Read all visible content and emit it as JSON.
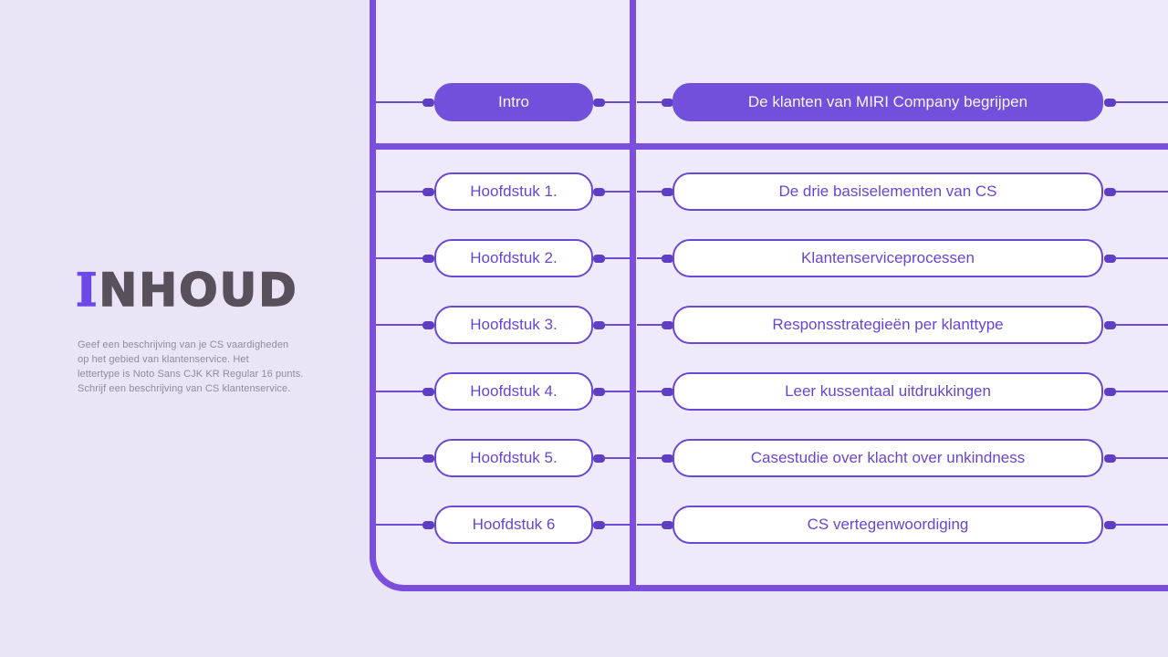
{
  "sidebar": {
    "title": {
      "first_letter": "I",
      "rest": "NHOUD"
    },
    "description_lines": [
      "Geef een beschrijving van je CS vaardigheden",
      "op het gebied van klantenservice. Het",
      "lettertype is Noto Sans CJK KR Regular 16 punts.",
      "Schrijf een beschrijving van CS klantenservice."
    ]
  },
  "toc": {
    "intro": {
      "left": "Intro",
      "right": "De klanten van MIRI Company begrijpen"
    },
    "chapters": [
      {
        "left": "Hoofdstuk 1.",
        "right": "De drie basiselementen van CS"
      },
      {
        "left": "Hoofdstuk 2.",
        "right": "Klantenserviceprocessen"
      },
      {
        "left": "Hoofdstuk 3.",
        "right": "Responsstrategieën per klanttype"
      },
      {
        "left": "Hoofdstuk 4.",
        "right": "Leer kussentaal uitdrukkingen"
      },
      {
        "left": "Hoofdstuk 5.",
        "right": "Casestudie over klacht over unkindness"
      },
      {
        "left": "Hoofdstuk 6",
        "right": "CS vertegenwoordiging"
      }
    ]
  },
  "colors": {
    "background": "#e9e4f6",
    "frame_interior": "#efeafb",
    "frame_purple": "#7b4edd",
    "pill_fill_purple": "#7350db",
    "pill_border_purple": "#6a48d5",
    "pill_text_purple": "#6746d0",
    "connector_line": "#6f4bd4",
    "connector_nub": "#5f3ec4",
    "title_accent": "#6c48e6",
    "title_gray": "#56515b",
    "description_gray": "#8f8c9a"
  }
}
